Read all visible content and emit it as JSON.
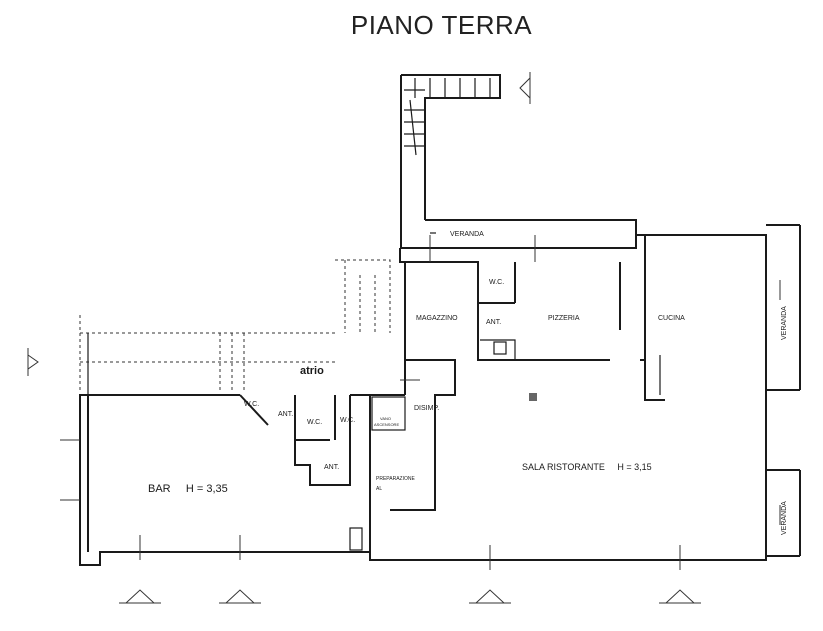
{
  "title": "PIANO TERRA",
  "rooms": {
    "veranda_top": "VERANDA",
    "wc_top": "W.C.",
    "ant_top": "ANT.",
    "magazzino": "MAGAZZINO",
    "pizzeria": "PIZZERIA",
    "cucina": "CUCINA",
    "veranda_right_top": "VERANDA",
    "veranda_right_bottom": "VERANDA",
    "atrio": "atrio",
    "wc_bar": "W.C.",
    "ant_bar": "ANT.",
    "wc_mid1": "W.C.",
    "wc_mid2": "W.C.",
    "vano_line1": "VANO",
    "vano_line2": "ASCENSORE",
    "disimp": "DISIMP.",
    "ant_mid": "ANT.",
    "preparazione": "PREPARAZIONE",
    "preparazione_al": "AL",
    "bar": "BAR     H = 3,35",
    "sala": "SALA RISTORANTE     H = 3,15"
  },
  "icons": [
    "north-arrow-icon",
    "section-marker-icon"
  ]
}
